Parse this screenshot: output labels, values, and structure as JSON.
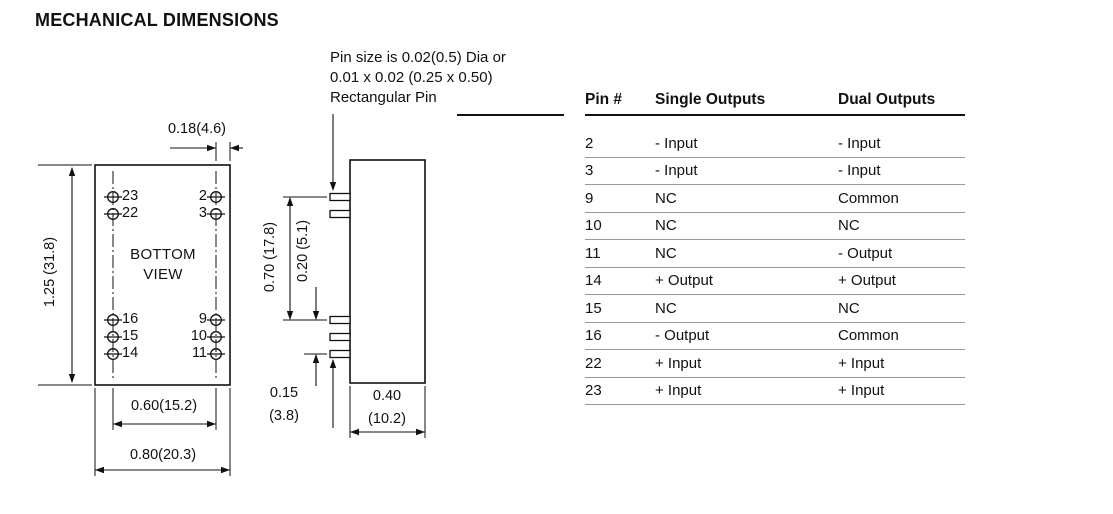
{
  "page": {
    "title": "MECHANICAL DIMENSIONS"
  },
  "note": {
    "text": "Pin size is 0.02(0.5) Dia or\n0.01 x 0.02 (0.25 x 0.50)\nRectangular Pin"
  },
  "bottom_view": {
    "label": "BOTTOM\nVIEW",
    "pins_left": [
      "23",
      "22",
      "16",
      "15",
      "14"
    ],
    "pins_right": [
      "2",
      "3",
      "9",
      "10",
      "11"
    ]
  },
  "dimensions": {
    "top_offset": "0.18(4.6)",
    "height": "1.25 (31.8)",
    "pin_span": "0.70 (17.8)",
    "row_spacing": "0.20 (5.1)",
    "col_span": "0.60(15.2)",
    "width": "0.80(20.3)",
    "standoff_in": "0.15",
    "standoff_mm": "(3.8)",
    "depth_in": "0.40",
    "depth_mm": "(10.2)"
  },
  "table": {
    "headers": [
      "Pin #",
      "Single Outputs",
      "Dual Outputs"
    ],
    "rows": [
      {
        "pin": "2",
        "single": "- Input",
        "dual": "- Input"
      },
      {
        "pin": "3",
        "single": "- Input",
        "dual": "- Input"
      },
      {
        "pin": "9",
        "single": "NC",
        "dual": "Common"
      },
      {
        "pin": "10",
        "single": "NC",
        "dual": "NC"
      },
      {
        "pin": "11",
        "single": "NC",
        "dual": "- Output"
      },
      {
        "pin": "14",
        "single": "+ Output",
        "dual": "+ Output"
      },
      {
        "pin": "15",
        "single": "NC",
        "dual": "NC"
      },
      {
        "pin": "16",
        "single": "- Output",
        "dual": "Common"
      },
      {
        "pin": "22",
        "single": "+ Input",
        "dual": "+ Input"
      },
      {
        "pin": "23",
        "single": "+ Input",
        "dual": "+ Input"
      }
    ]
  }
}
